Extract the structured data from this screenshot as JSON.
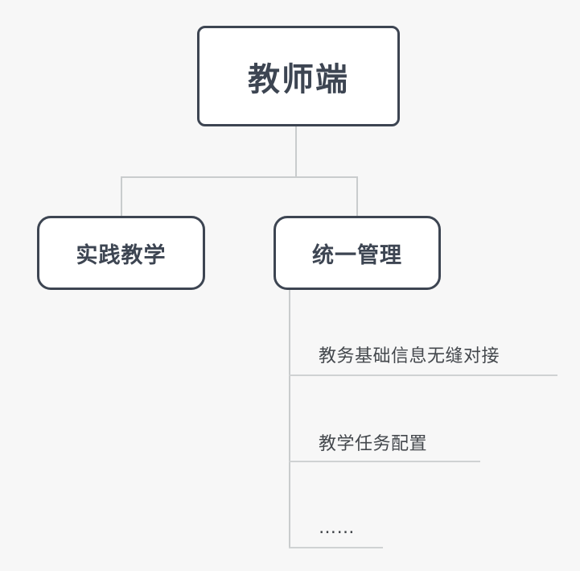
{
  "diagram": {
    "type": "tree",
    "background_color": "#f7f7f7",
    "node_border_color": "#3d4552",
    "node_fill_color": "#ffffff",
    "connector_color": "#c9cccd",
    "leaf_text_color": "#44484d",
    "root": {
      "label": "教师端"
    },
    "children": [
      {
        "label": "实践教学",
        "leaves": []
      },
      {
        "label": "统一管理",
        "leaves": [
          {
            "label": "教务基础信息无缝对接"
          },
          {
            "label": "教学任务配置"
          },
          {
            "label": "……"
          }
        ]
      }
    ]
  }
}
